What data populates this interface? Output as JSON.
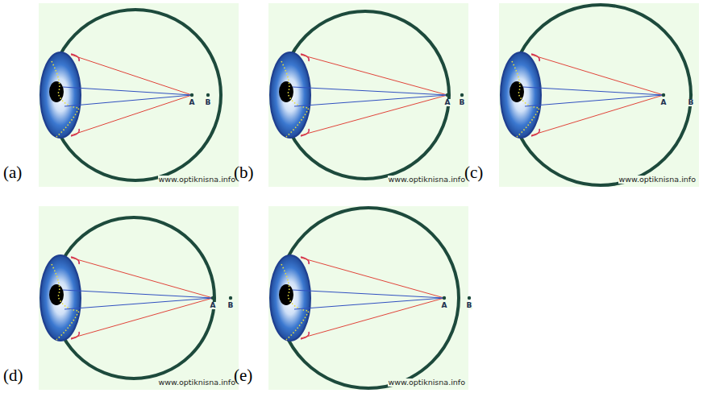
{
  "diagram": {
    "labels": [
      "(a)",
      "A",
      "B",
      "www.optiknisna.info",
      "(b)",
      "A",
      "B",
      "www.optiknisna.info",
      "(c)",
      "A",
      "B",
      "www.optiknisna.info",
      "(d)",
      "A",
      "B",
      "www.optiknisna.info",
      "(e)",
      "A",
      "B",
      "www.optiknisna.info"
    ]
  }
}
